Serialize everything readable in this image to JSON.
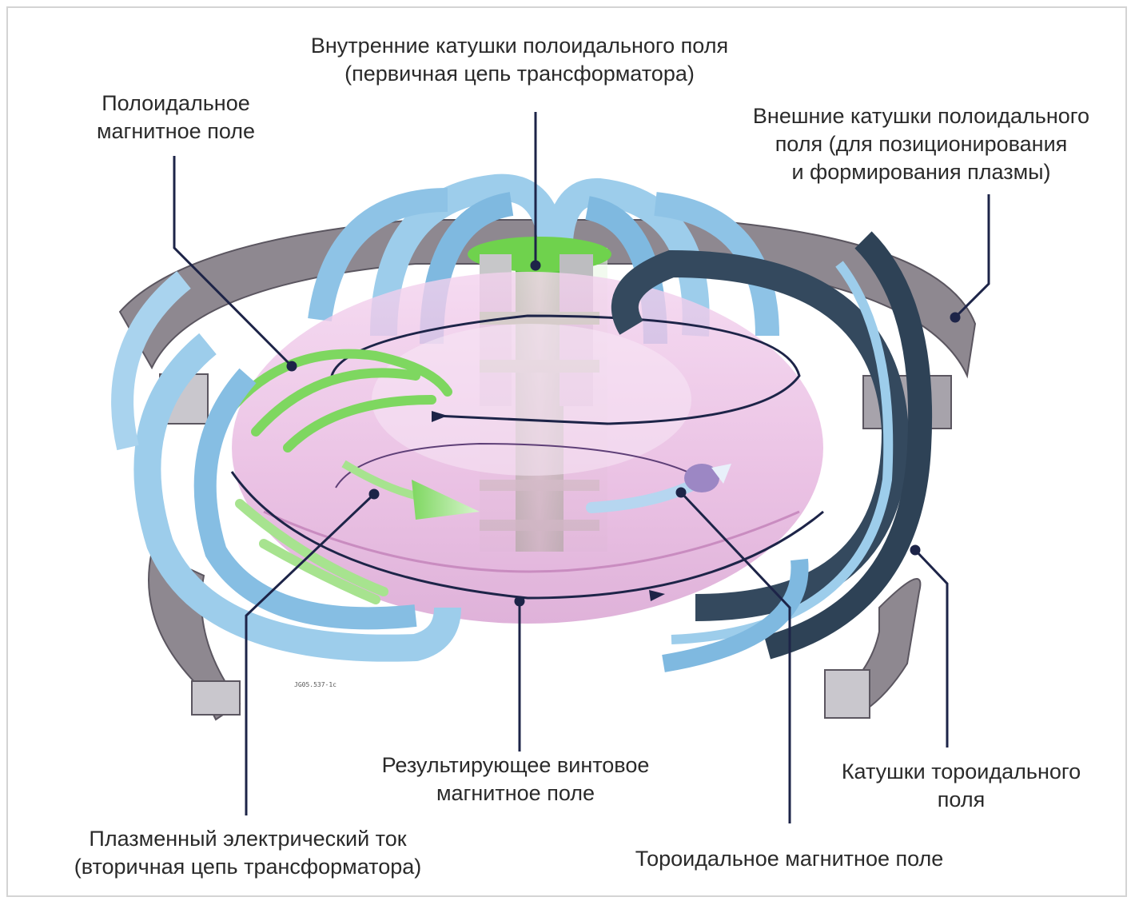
{
  "labels": {
    "inner_pf_coils": [
      "Внутренние катушки полоидального поля",
      "(первичная цепь трансформатора)"
    ],
    "poloidal_field": [
      "Полоидальное",
      "магнитное поле"
    ],
    "outer_pf_coils": [
      "Внешние катушки полоидального",
      "поля (для позиционирования",
      "и формирования плазмы)"
    ],
    "helical_field": [
      "Результирующее винтовое",
      "магнитное поле"
    ],
    "toroidal_coils": [
      "Катушки тороидального",
      "поля"
    ],
    "plasma_current": [
      "Плазменный электрический ток",
      "(вторичная цепь трансформатора)"
    ],
    "toroidal_field": [
      "Тороидальное магнитное поле"
    ],
    "figure_code": "JG05.537-1c"
  },
  "colors": {
    "tf_coil_light": "#9dcdeb",
    "tf_coil_dark": "#34495e",
    "pf_coil": "#8e8890",
    "plasma": "#e7b5df",
    "central_solenoid": "#6fd24d",
    "leader_line": "#1d2448"
  }
}
